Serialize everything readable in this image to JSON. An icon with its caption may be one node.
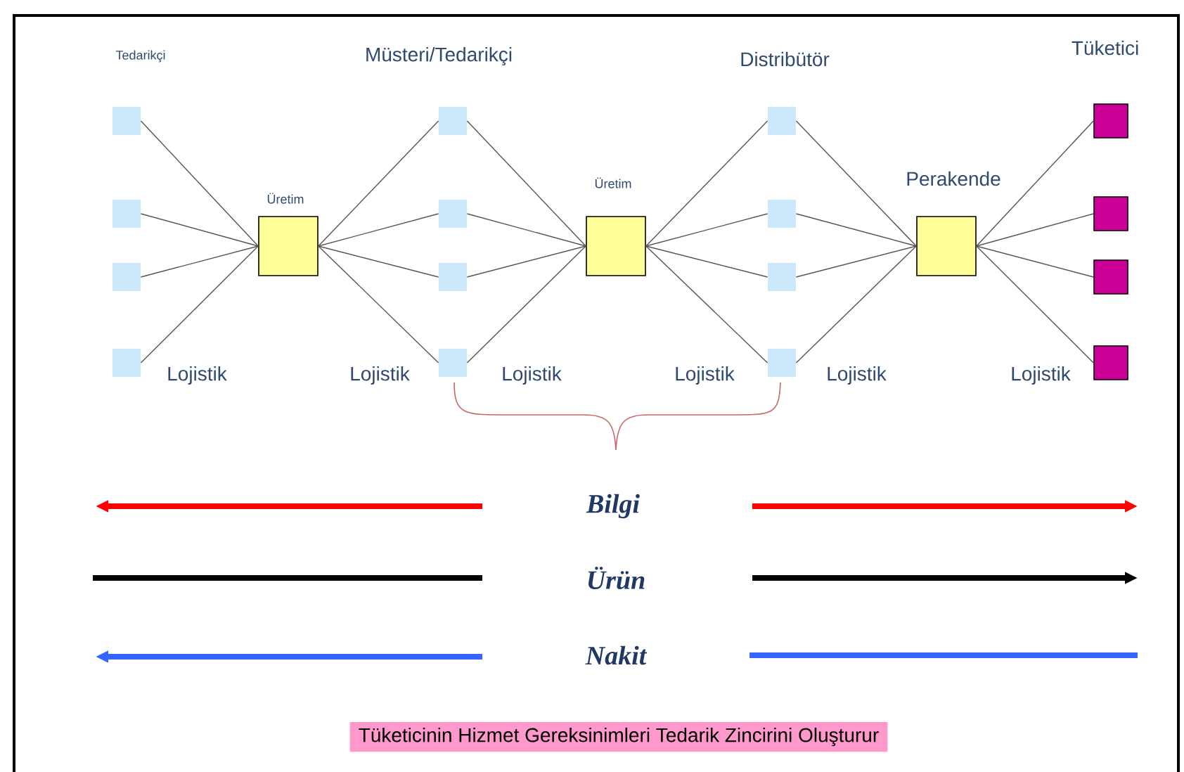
{
  "diagram": {
    "nodes": [
      {
        "text": [],
        "shape": "box"
      },
      {
        "text": [],
        "shape": "box"
      },
      {
        "text": [],
        "shape": "box"
      },
      {
        "text": [],
        "shape": "box"
      },
      {
        "text": [],
        "shape": "box",
        "beside": [
          "Üretim"
        ]
      },
      {
        "text": [],
        "shape": "box"
      },
      {
        "text": [],
        "shape": "box"
      },
      {
        "text": [],
        "shape": "box"
      },
      {
        "text": [],
        "shape": "box"
      },
      {
        "text": [],
        "shape": "box",
        "beside": [
          "Üretim"
        ]
      },
      {
        "text": [],
        "shape": "box"
      },
      {
        "text": [],
        "shape": "box"
      },
      {
        "text": [],
        "shape": "box"
      },
      {
        "text": [],
        "shape": "box"
      },
      {
        "text": [],
        "shape": "box",
        "beside": [
          "Perakende"
        ]
      },
      {
        "text": [],
        "shape": "box"
      },
      {
        "text": [],
        "shape": "box"
      },
      {
        "text": [],
        "shape": "box"
      },
      {
        "text": [],
        "shape": "box"
      },
      {
        "text": [
          "Tüketicinin Hizmet Gereksinimleri Tedarik Zincirini Oluşturur"
        ]
      }
    ],
    "edges": [
      {
        "from": 0,
        "to": 4,
        "arrow": "none"
      },
      {
        "from": 1,
        "to": 4,
        "arrow": "none"
      },
      {
        "from": 2,
        "to": 4,
        "arrow": "none"
      },
      {
        "from": 3,
        "to": 4,
        "arrow": "none"
      },
      {
        "from": 4,
        "to": 5,
        "arrow": "none"
      },
      {
        "from": 4,
        "to": 6,
        "arrow": "none"
      },
      {
        "from": 4,
        "to": 7,
        "arrow": "none"
      },
      {
        "from": 4,
        "to": 8,
        "arrow": "none"
      },
      {
        "from": 5,
        "to": 9,
        "arrow": "none"
      },
      {
        "from": 6,
        "to": 9,
        "arrow": "none"
      },
      {
        "from": 7,
        "to": 9,
        "arrow": "none"
      },
      {
        "from": 8,
        "to": 9,
        "arrow": "none"
      },
      {
        "from": 9,
        "to": 10,
        "arrow": "none"
      },
      {
        "from": 9,
        "to": 11,
        "arrow": "none"
      },
      {
        "from": 9,
        "to": 12,
        "arrow": "none"
      },
      {
        "from": 9,
        "to": 13,
        "arrow": "none"
      },
      {
        "from": 10,
        "to": 14,
        "arrow": "none"
      },
      {
        "from": 11,
        "to": 14,
        "arrow": "none"
      },
      {
        "from": 12,
        "to": 14,
        "arrow": "none"
      },
      {
        "from": 13,
        "to": 14,
        "arrow": "none"
      },
      {
        "from": 14,
        "to": 15,
        "arrow": "none"
      },
      {
        "from": 14,
        "to": 16,
        "arrow": "none"
      },
      {
        "from": 14,
        "to": 17,
        "arrow": "none"
      },
      {
        "from": 14,
        "to": 18,
        "arrow": "none"
      }
    ],
    "labels": [
      "Tedarikçi",
      "Müsteri/Tedarikçi",
      "Distribütör",
      "Tüketici",
      "Lojistik",
      "Lojistik",
      "Lojistik",
      "Lojistik",
      "Lojistik",
      "Lojistik",
      "Bilgi",
      "Ürün",
      "Nakit"
    ]
  }
}
